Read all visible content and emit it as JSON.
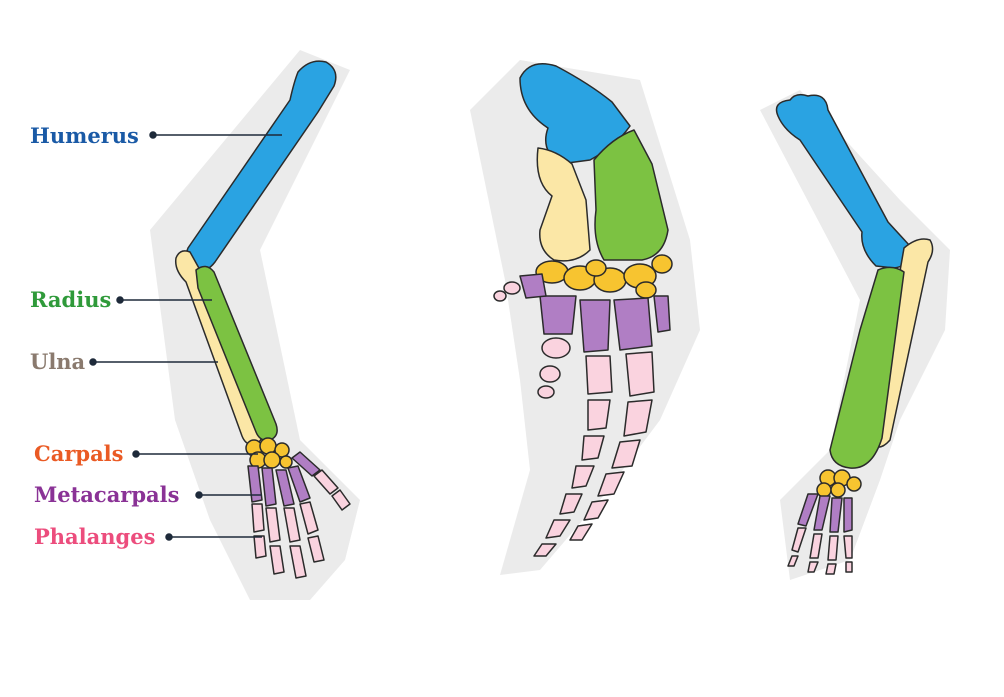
{
  "labels": [
    {
      "key": "humerus",
      "text": "Humerus",
      "color": "#1a5aa6",
      "bone_color": "#2aa3e2"
    },
    {
      "key": "radius",
      "text": "Radius",
      "color": "#2f9a3a",
      "bone_color": "#7cc242"
    },
    {
      "key": "ulna",
      "text": "Ulna",
      "color": "#8a7a6e",
      "bone_color": "#fbe7a6"
    },
    {
      "key": "carpals",
      "text": "Carpals",
      "color": "#ea5a24",
      "bone_color": "#f7c430"
    },
    {
      "key": "metacarpals",
      "text": "Metacarpals",
      "color": "#8a3296",
      "bone_color": "#b07ec4"
    },
    {
      "key": "phalanges",
      "text": "Phalanges",
      "color": "#ec4d7d",
      "bone_color": "#fad3df"
    }
  ],
  "colors": {
    "leader_line": "#1e2a3a",
    "outline": "#2b2b2b",
    "shadow": "#e6e6e6"
  }
}
